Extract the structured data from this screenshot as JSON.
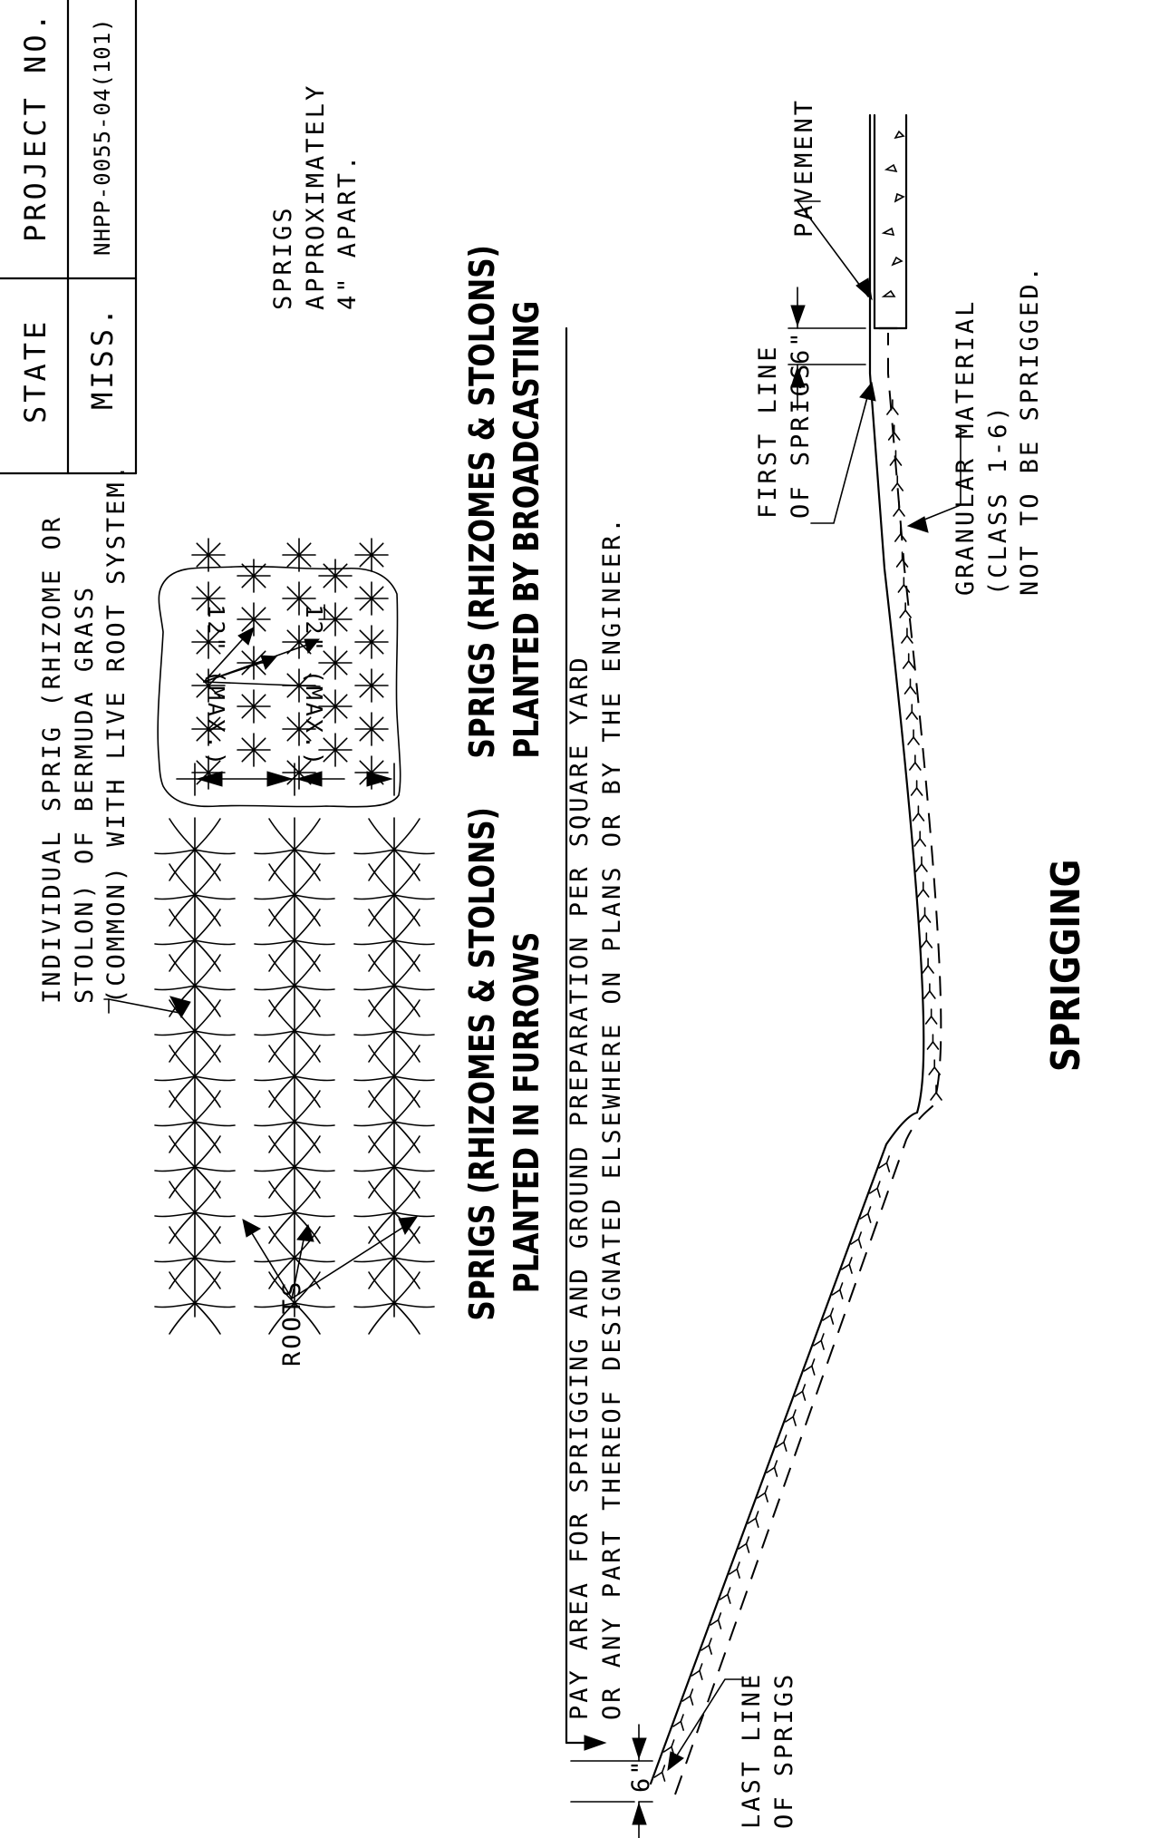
{
  "title_block": {
    "state_label": "STATE",
    "state_value": "MISS.",
    "project_label": "PROJECT NO.",
    "project_value": "NHPP-0055-04(101)"
  },
  "furrows": {
    "callout": "INDIVIDUAL SPRIG (RHIZOME OR\nSTOLON) OF BERMUDA GRASS\n(COMMON) WITH LIVE ROOT SYSTEM.",
    "roots_label": "ROOTS",
    "spacing_1": "12\" (MAX.)",
    "spacing_2": "12\" (MAX.)",
    "heading": "SPRIGS (RHIZOMES & STOLONS)\nPLANTED IN FURROWS"
  },
  "broadcasting": {
    "callout": "SPRIGS\nAPPROXIMATELY\n4\" APART.",
    "heading": "SPRIGS (RHIZOMES & STOLONS)\nPLANTED BY BROADCASTING"
  },
  "pay_area_note": "PAY AREA FOR SPRIGGING AND GROUND PREPARATION PER SQUARE YARD\nOR ANY PART THEREOF DESIGNATED ELSEWHERE ON PLANS OR BY THE ENGINEER.",
  "section": {
    "pavement_label": "PAVEMENT",
    "dim_top": "6\"",
    "dim_bottom": "6\"",
    "first_line_label": "FIRST LINE\nOF SPRIGS",
    "last_line_label": "LAST LINE\nOF SPRIGS",
    "granular_label": "GRANULAR MATERIAL\n(CLASS 1-6)\nNOT TO BE SPRIGGED.",
    "main_title": "SPRIGGING"
  }
}
